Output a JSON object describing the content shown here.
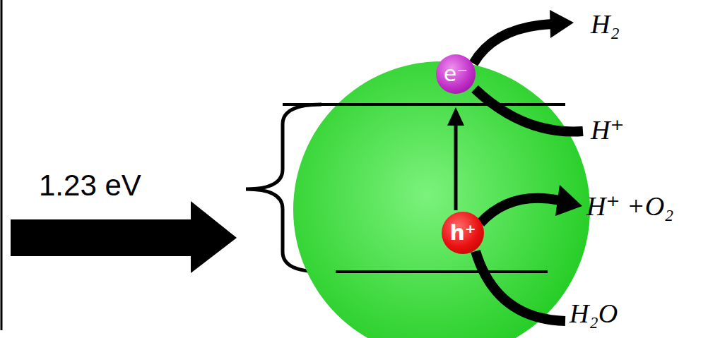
{
  "diagram": {
    "nodes": [
      {
        "text": [
          "e⁻"
        ]
      },
      {
        "text": [
          "h⁺"
        ]
      }
    ],
    "labels": [
      "1.23 eV",
      "H₂",
      "H⁺",
      "H⁺ +O₂",
      "H₂O"
    ]
  }
}
